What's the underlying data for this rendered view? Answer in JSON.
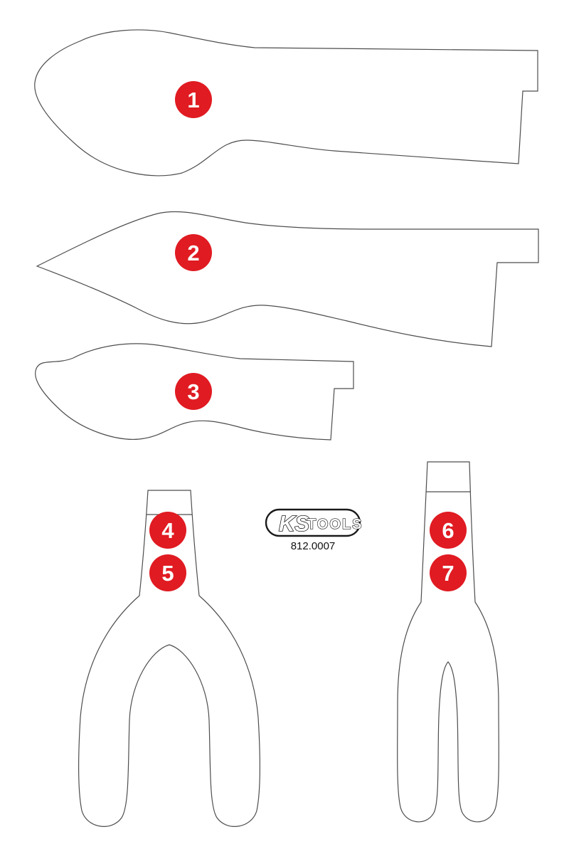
{
  "badges": [
    {
      "label": "1"
    },
    {
      "label": "2"
    },
    {
      "label": "3"
    },
    {
      "label": "4"
    },
    {
      "label": "5"
    },
    {
      "label": "6"
    },
    {
      "label": "7"
    }
  ],
  "logo": {
    "brand_ks": "KS",
    "brand_tools": "TOOLS",
    "part_number": "812.0007"
  },
  "colors": {
    "badge_red": "#e01b22",
    "badge_text": "#ffffff",
    "outline": "#4d4d4d",
    "logo_outline": "#1a1a1a",
    "background": "#ffffff"
  }
}
